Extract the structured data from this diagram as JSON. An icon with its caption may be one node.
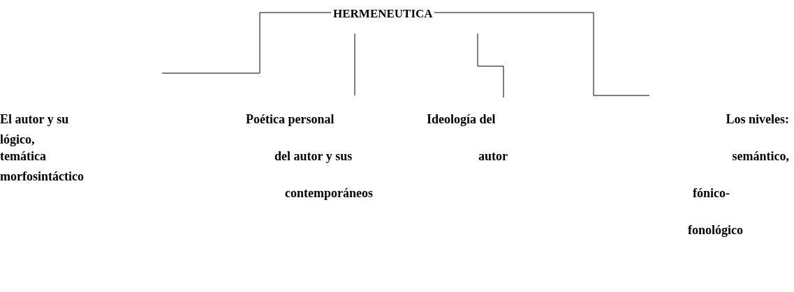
{
  "diagram": {
    "nodes": [
      {
        "text": [
          "HERMENEUTICA"
        ]
      },
      {
        "text": [
          "El autor y su",
          "temática"
        ]
      },
      {
        "text": [
          "Poética personal",
          "del autor y sus",
          "contemporáneos"
        ]
      },
      {
        "text": [
          "Ideología del",
          "autor"
        ]
      },
      {
        "text": [
          "Los niveles:",
          "semántico,",
          "fónico-",
          "fonológico"
        ]
      }
    ],
    "edges": [
      {
        "from": 0,
        "to": null,
        "arrow": "none"
      },
      {
        "from": 0,
        "to": 2,
        "arrow": "none"
      },
      {
        "from": 0,
        "to": 3,
        "arrow": "none"
      },
      {
        "from": 0,
        "to": 4,
        "arrow": "none"
      }
    ],
    "labels": [
      "lógico,",
      "morfosintáctico"
    ]
  }
}
